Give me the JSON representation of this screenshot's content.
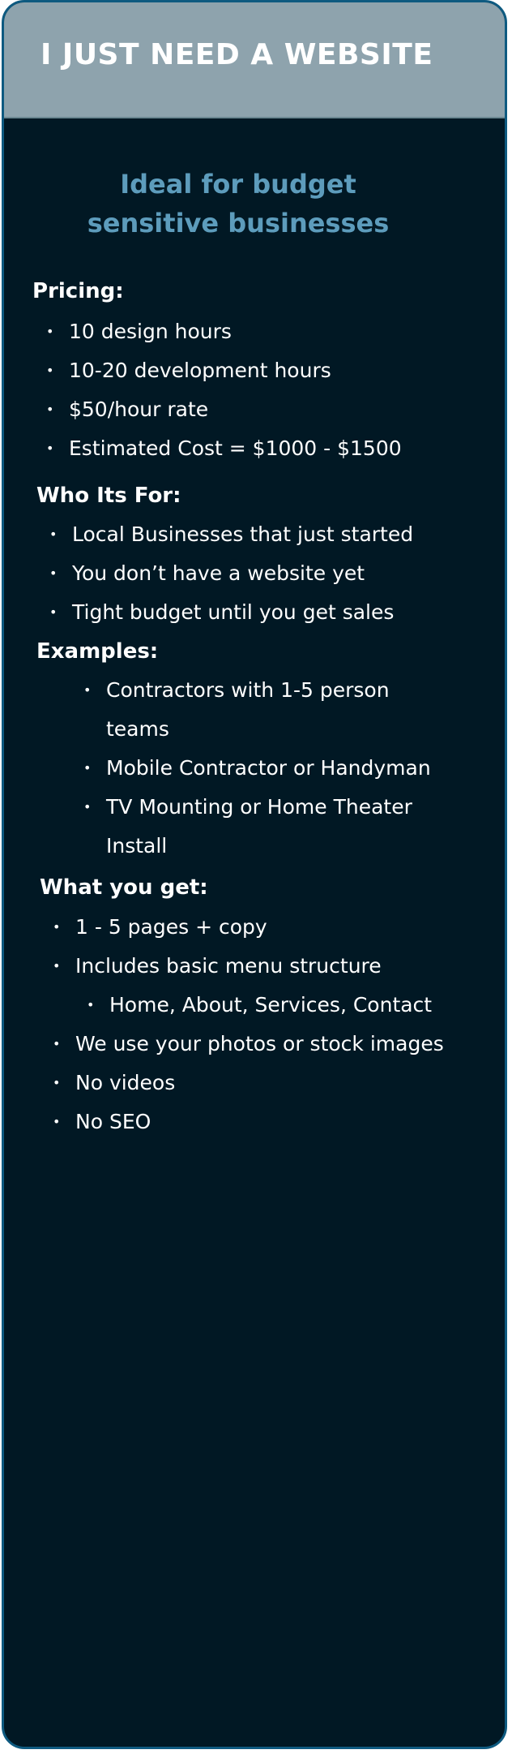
{
  "header": {
    "title": "I JUST NEED A WEBSITE"
  },
  "tagline": {
    "line1": "Ideal for budget",
    "line2": "sensitive businesses"
  },
  "pricing": {
    "heading": "Pricing:",
    "items": [
      "10 design hours",
      "10-20 development hours",
      "$50/hour rate",
      "Estimated Cost = $1000 - $1500"
    ]
  },
  "who": {
    "heading": "Who Its For:",
    "items": [
      "Local Businesses that just started",
      "You don’t have a website yet",
      "Tight budget until you get sales"
    ]
  },
  "examples": {
    "heading": "Examples:",
    "items": [
      "Contractors with 1-5 person teams",
      "Mobile Contractor or Handyman",
      "TV Mounting or Home Theater Install"
    ]
  },
  "what": {
    "heading": "What you get:",
    "items": [
      "1 - 5 pages + copy",
      "Includes basic menu structure",
      "Home, About, Services, Contact",
      "We use your photos or stock images",
      "No videos",
      "No SEO"
    ]
  },
  "colors": {
    "card_background": "#011824",
    "header_background": "#8ea3ad",
    "border": "#0e5a80",
    "tagline": "#5d9cbc",
    "text": "#ffffff"
  }
}
